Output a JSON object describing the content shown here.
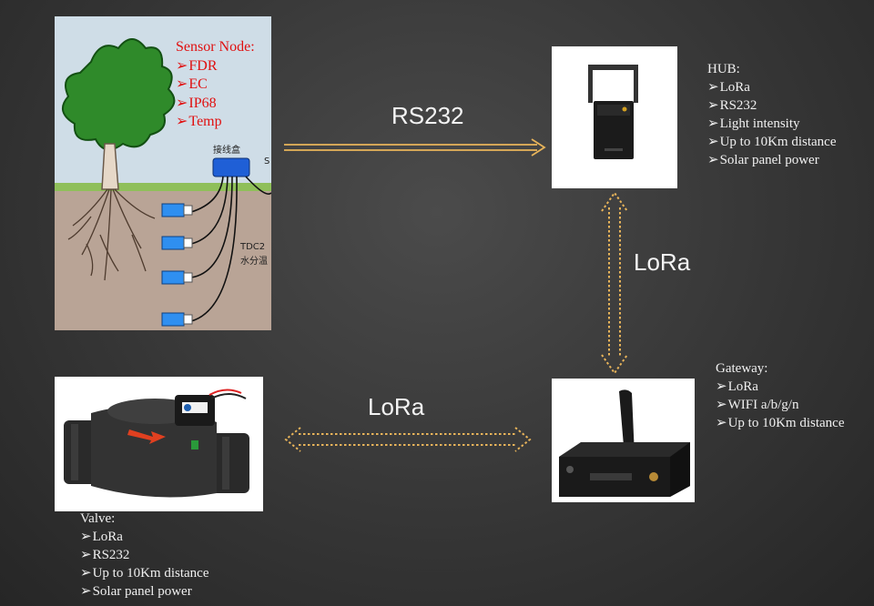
{
  "sensor_node": {
    "title": "Sensor Node:",
    "items": [
      "FDR",
      "EC",
      "IP68",
      "Temp"
    ],
    "image_text": {
      "box_label": "接线盒",
      "probe_label_1": "TDC2",
      "probe_label_2": "水分温",
      "edge_letter": "S"
    }
  },
  "hub": {
    "title": "HUB:",
    "items": [
      "LoRa",
      "RS232",
      "Light intensity",
      "Up to 10Km distance",
      "Solar panel power"
    ]
  },
  "gateway": {
    "title": "Gateway:",
    "items": [
      "LoRa",
      "WIFI a/b/g/n",
      "Up to 10Km distance"
    ]
  },
  "valve": {
    "title": "Valve:",
    "items": [
      "LoRa",
      "RS232",
      "Up to 10Km distance",
      "Solar panel power"
    ]
  },
  "connections": {
    "sensor_to_hub": "RS232",
    "hub_to_gateway": "LoRa",
    "valve_to_gateway": "LoRa"
  },
  "colors": {
    "arrow": "#e8b45a",
    "sensor_text": "#e01010",
    "text": "#f0f0f0"
  }
}
